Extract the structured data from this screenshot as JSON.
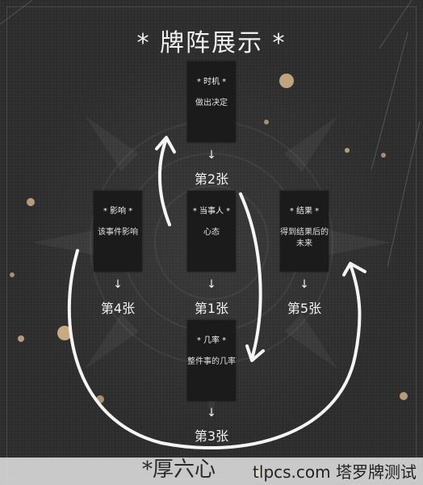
{
  "title": "* 牌阵展示 *",
  "cards": [
    {
      "id": "c2",
      "title": "* 时机 *",
      "desc": "做出决定",
      "label": "第2张"
    },
    {
      "id": "c4",
      "title": "* 影响 *",
      "desc": "该事件影响",
      "label": "第4张"
    },
    {
      "id": "c1",
      "title": "* 当事人 *",
      "desc": "心态",
      "label": "第1张"
    },
    {
      "id": "c5",
      "title": "* 结果 *",
      "desc": "得到结果后的未来",
      "label": "第5张"
    },
    {
      "id": "c3",
      "title": "* 几率 *",
      "desc": "整件事的几率",
      "label": "第3张"
    }
  ],
  "arrow_glyph": "↓",
  "watermark": {
    "brand": "*厚六心",
    "site": "tlpcs.com 塔罗牌测试"
  }
}
